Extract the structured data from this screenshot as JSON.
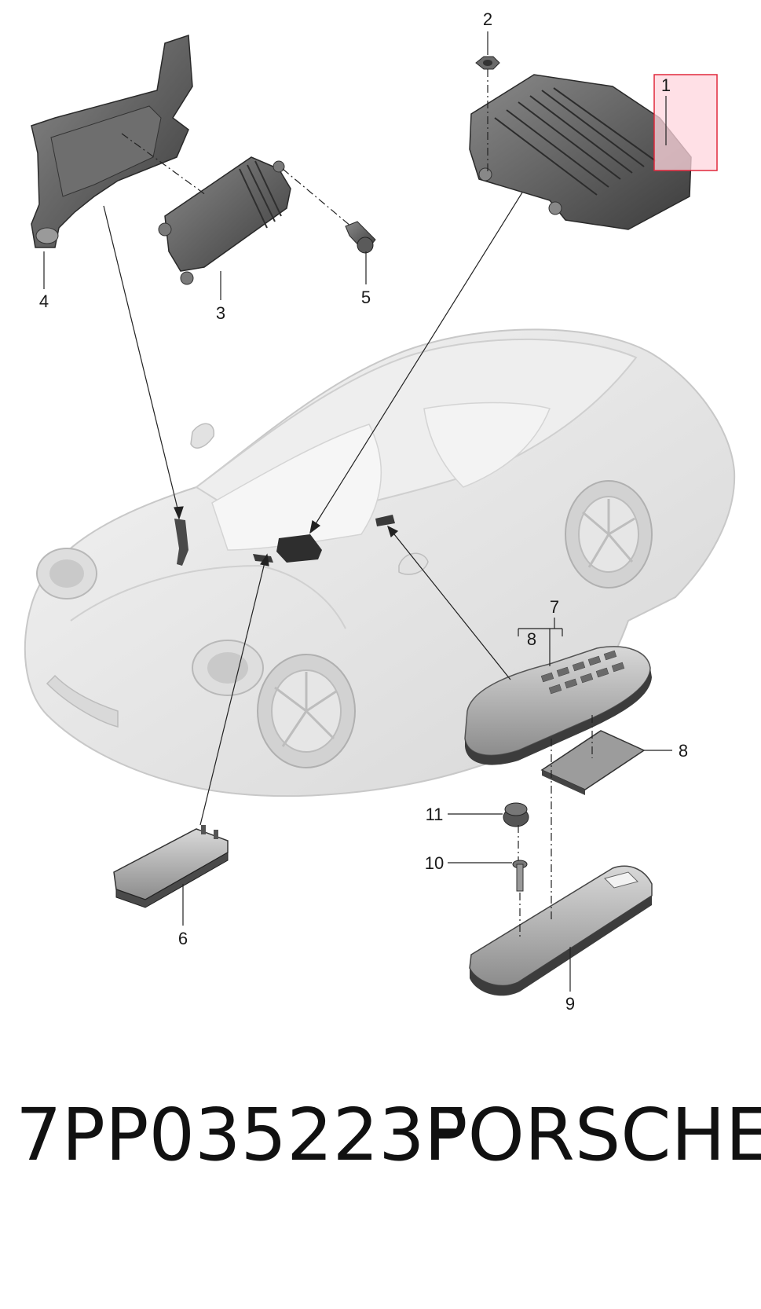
{
  "callouts": {
    "c1": "1",
    "c2": "2",
    "c3": "3",
    "c4": "4",
    "c5": "5",
    "c6": "6",
    "c7": "7",
    "c8a": "8",
    "c8b": "8",
    "c9": "9",
    "c10": "10",
    "c11": "11"
  },
  "caption": {
    "part_number": "7PP035223F",
    "brand": "PORSCHE"
  },
  "colors": {
    "highlight_fill": "#ffd6dd",
    "highlight_stroke": "#e0283c",
    "car_body": "#e9e9e9",
    "part_dark": "#5a5a5a"
  }
}
